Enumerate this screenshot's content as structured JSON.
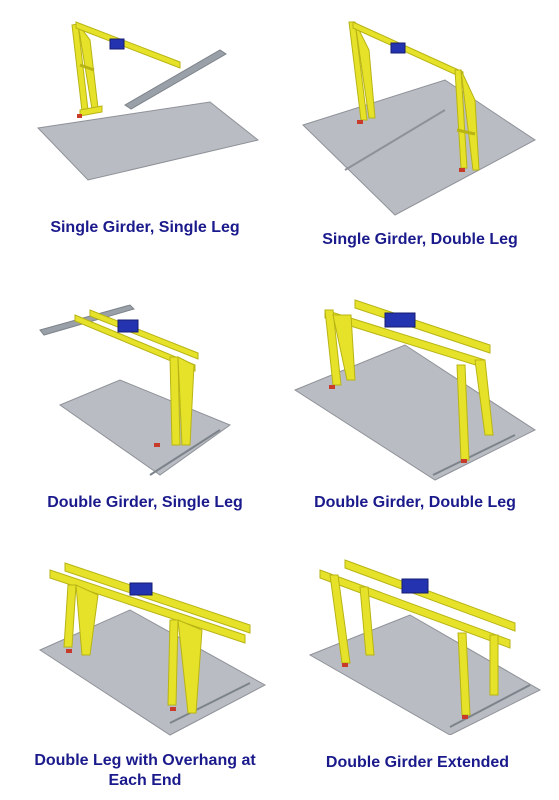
{
  "panels": [
    {
      "caption": "Single Girder, Single Leg"
    },
    {
      "caption": "Single Girder, Double Leg"
    },
    {
      "caption": "Double Girder, Single Leg"
    },
    {
      "caption": "Double Girder, Double Leg"
    },
    {
      "caption": "Double Leg with Overhang at Each End"
    },
    {
      "caption": "Double Girder Extended"
    }
  ],
  "colors": {
    "frame": "#e6e22a",
    "frame_shade": "#b8b414",
    "floor": "#b9bcc2",
    "floor_edge": "#8e9298",
    "hoist": "#2433b0",
    "runway": "#9aa0a8",
    "wheel": "#c83a2a",
    "caption": "#1a1a8c"
  }
}
